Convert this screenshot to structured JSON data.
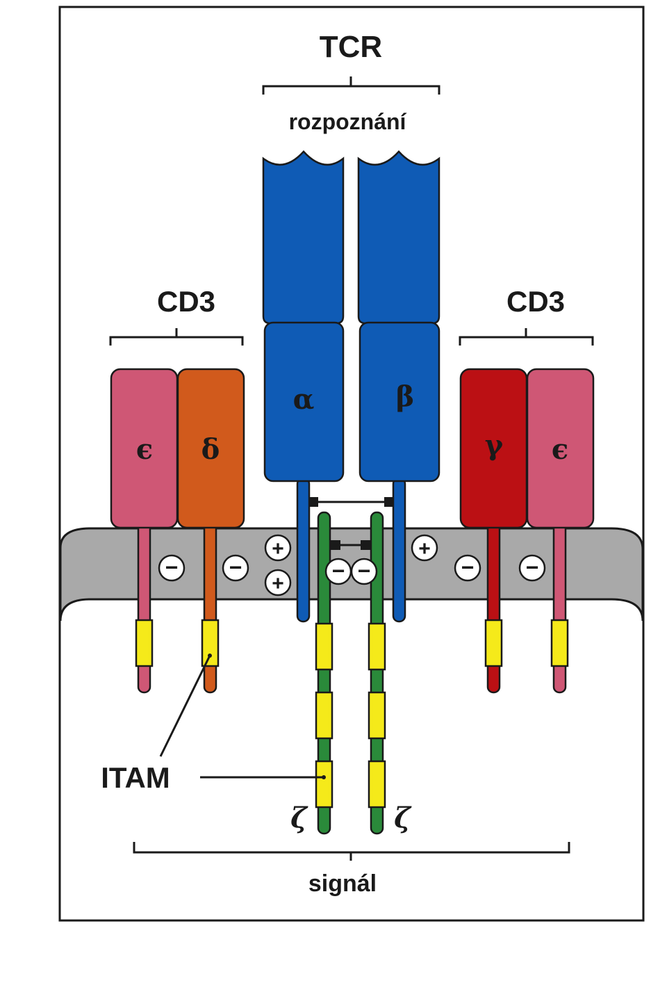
{
  "labels": {
    "tcr": "TCR",
    "recognition": "rozpoznání",
    "cd3_left": "CD3",
    "cd3_right": "CD3",
    "itam": "ITAM",
    "signal": "signál"
  },
  "chains": {
    "epsilon_left": "ϵ",
    "delta": "δ",
    "alpha": "α",
    "beta": "β",
    "gamma": "γ",
    "epsilon_right": "ϵ",
    "zeta_left": "ζ",
    "zeta_right": "ζ"
  },
  "charges": {
    "plus": "+",
    "minus": "−"
  },
  "colors": {
    "tcr_blue": "#0f5bb5",
    "epsilon_pink": "#cf5775",
    "delta_orange": "#d15a1c",
    "gamma_red": "#bb1014",
    "zeta_green": "#2a8a3a",
    "itam_yellow": "#f5ea1a",
    "membrane_gray": "#a9a9a9"
  }
}
